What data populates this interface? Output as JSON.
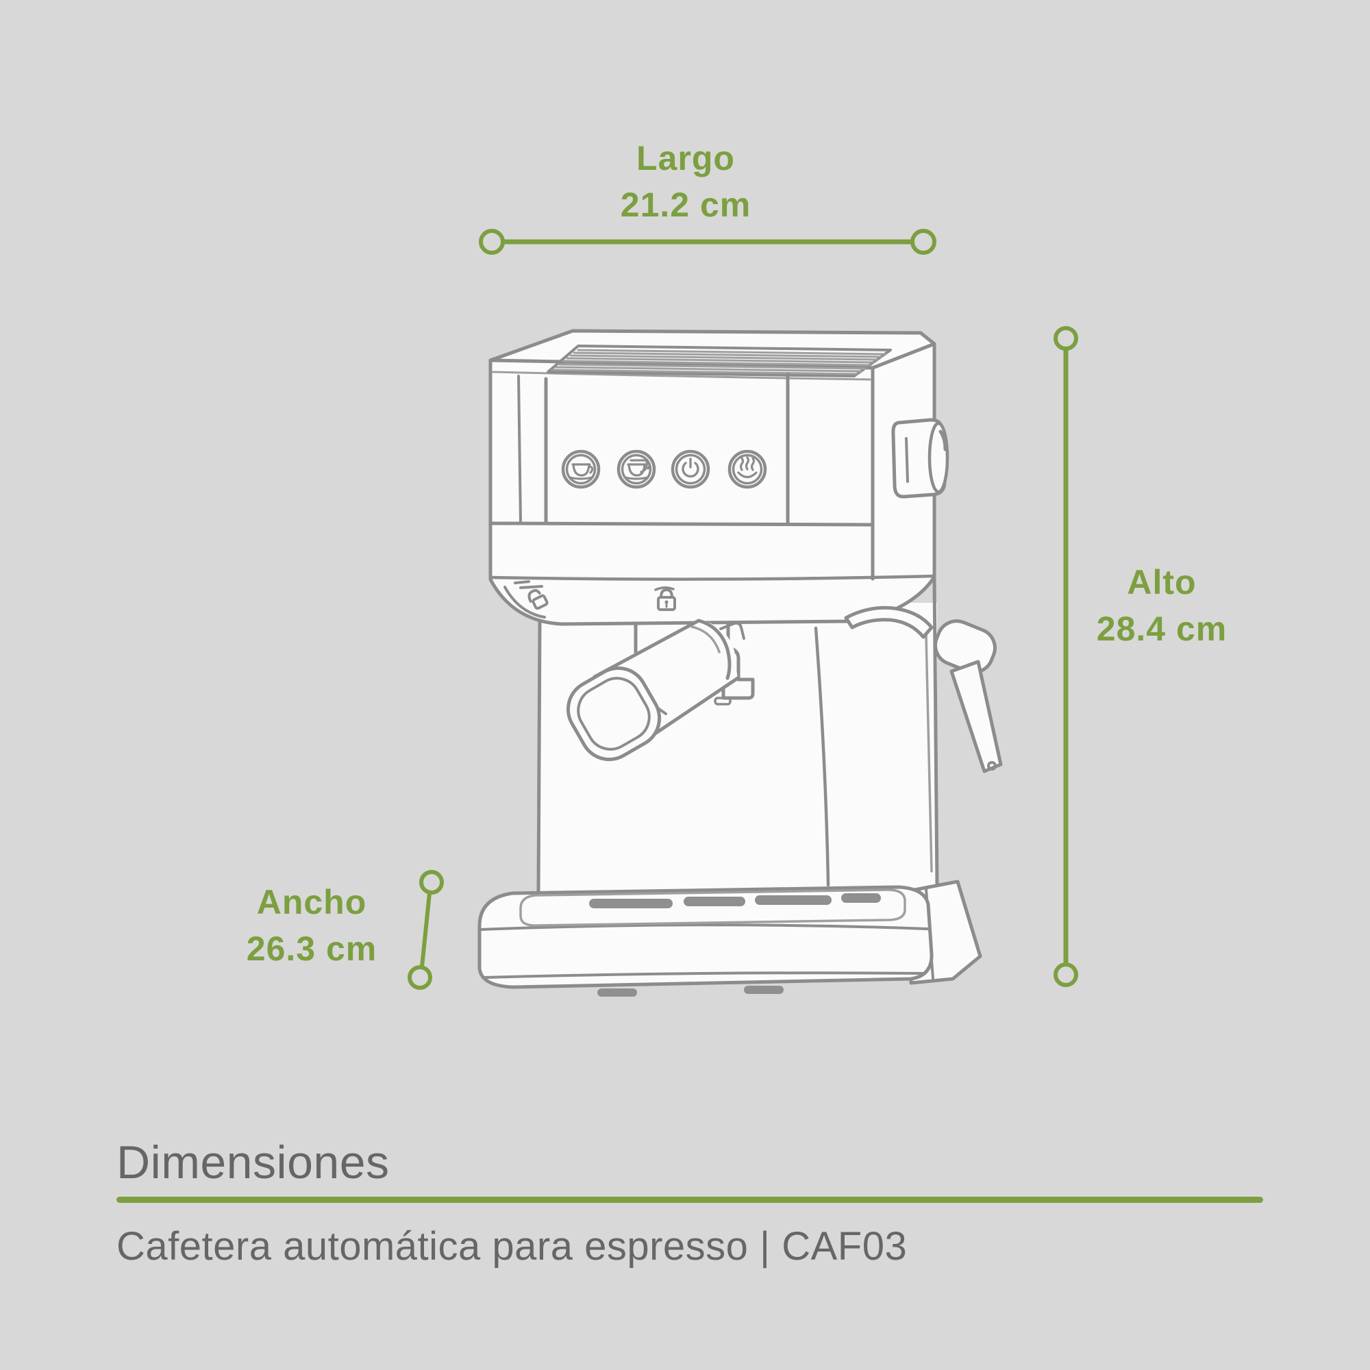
{
  "page": {
    "background_color": "#d8d8d8"
  },
  "annotations": {
    "largo": {
      "label": "Largo",
      "value": "21.2 cm"
    },
    "alto": {
      "label": "Alto",
      "value": "28.4 cm"
    },
    "ancho": {
      "label": "Ancho",
      "value": "26.3 cm"
    }
  },
  "footer": {
    "title": "Dimensiones",
    "subtitle": "Cafetera automática para espresso | CAF03"
  },
  "machine": {
    "type": "espresso-machine-line-drawing",
    "buttons": [
      "single-cup-icon",
      "double-cup-icon",
      "power-icon",
      "steam-icon"
    ],
    "markers": [
      "unlock-icon",
      "lock-icon"
    ]
  },
  "colors": {
    "accent_green": "#7c9f40",
    "text_gray": "#666666",
    "line_art_gray": "#8c8c8c",
    "background": "#d8d8d8"
  }
}
